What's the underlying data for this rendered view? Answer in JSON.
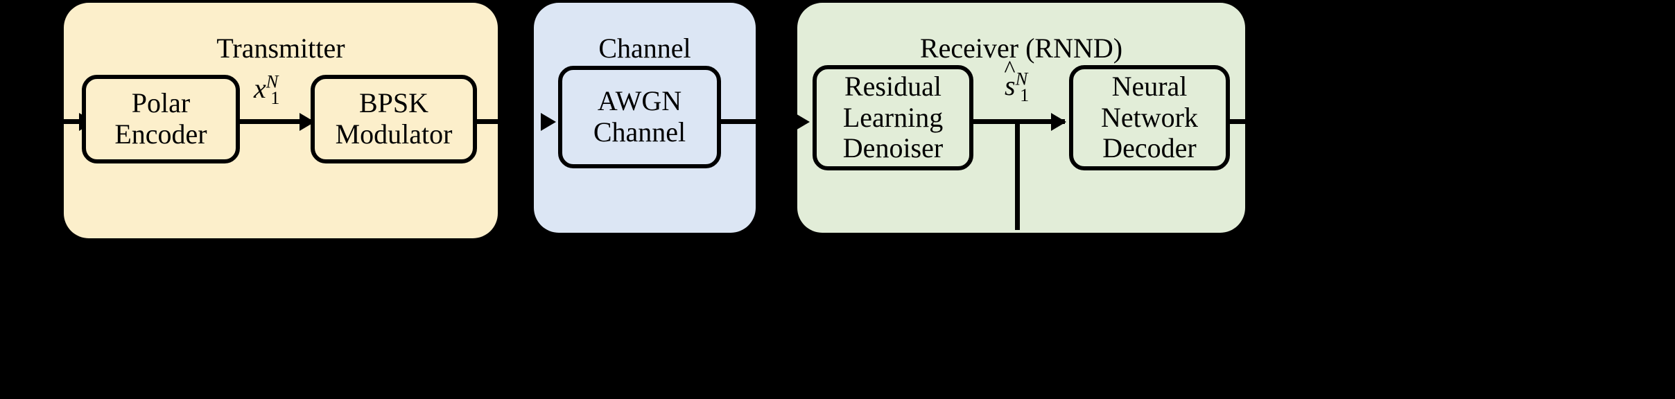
{
  "figure": {
    "kind": "block-diagram",
    "background_color": "#000000",
    "line_color": "#000000"
  },
  "groups": [
    {
      "id": "transmitter",
      "title": "Transmitter",
      "fill_color": "#FCEFCB",
      "blocks": [
        {
          "id": "polar-encoder",
          "lines": [
            "Polar",
            "Encoder"
          ]
        },
        {
          "id": "bpsk-modulator",
          "lines": [
            "BPSK",
            "Modulator"
          ]
        }
      ]
    },
    {
      "id": "channel",
      "title": "Channel",
      "fill_color": "#DCE6F4",
      "blocks": [
        {
          "id": "awgn-channel",
          "lines": [
            "AWGN",
            "Channel"
          ]
        }
      ]
    },
    {
      "id": "receiver",
      "title": "Receiver (RNND)",
      "fill_color": "#E2EDD8",
      "blocks": [
        {
          "id": "residual-learning-denoiser",
          "lines": [
            "Residual",
            "Learning",
            "Denoiser"
          ]
        },
        {
          "id": "neural-network-decoder",
          "lines": [
            "Neural",
            "Network",
            "Decoder"
          ]
        }
      ]
    }
  ],
  "signals": [
    {
      "id": "x-codeword",
      "base": "x",
      "hat": "",
      "sup": "N",
      "sub": "1"
    },
    {
      "id": "s-hat-denoised",
      "base": "s",
      "hat": "^",
      "sup": "N",
      "sub": "1"
    }
  ],
  "labels": {
    "transmitter_title": "Transmitter",
    "channel_title": "Channel",
    "receiver_title": "Receiver (RNND)",
    "polar_encoder_l1": "Polar",
    "polar_encoder_l2": "Encoder",
    "bpsk_modulator_l1": "BPSK",
    "bpsk_modulator_l2": "Modulator",
    "awgn_channel_l1": "AWGN",
    "awgn_channel_l2": "Channel",
    "denoiser_l1": "Residual",
    "denoiser_l2": "Learning",
    "denoiser_l3": "Denoiser",
    "decoder_l1": "Neural",
    "decoder_l2": "Network",
    "decoder_l3": "Decoder",
    "x_base": "x",
    "x_sup": "N",
    "x_sub": "1",
    "s_hat": "^",
    "s_base": "s",
    "s_sup": "N",
    "s_sub": "1"
  }
}
